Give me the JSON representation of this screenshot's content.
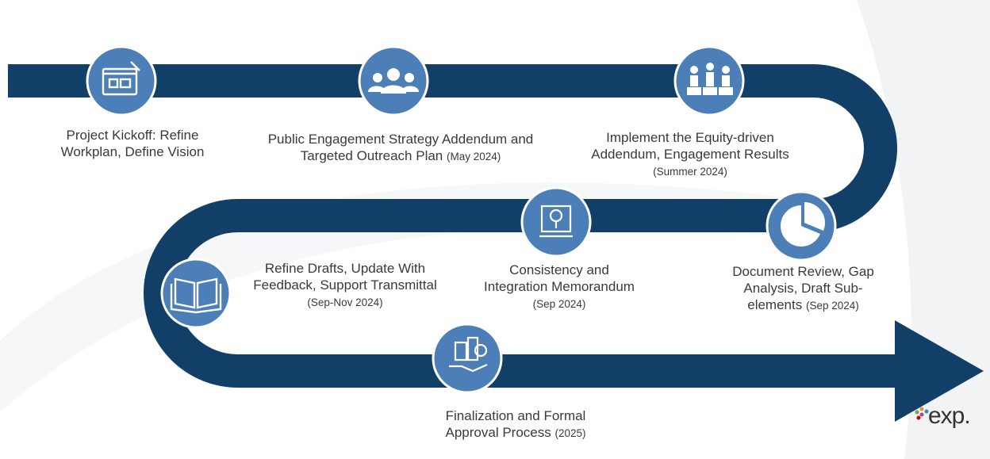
{
  "milestones": [
    {
      "text": "Project Kickoff: Refine Workplan, Define Vision",
      "date": "",
      "icon": "blueprint-icon"
    },
    {
      "text": "Public Engagement Strategy Addendum and Targeted Outreach Plan",
      "date": "(May 2024)",
      "icon": "people-group-icon"
    },
    {
      "text": "Implement the Equity-driven Addendum, Engagement Results",
      "date": "(Summer 2024)",
      "icon": "equity-podium-icon"
    },
    {
      "text": "Document Review, Gap Analysis, Draft Sub-elements",
      "date": "(Sep 2024)",
      "icon": "pie-chart-icon"
    },
    {
      "text": "Consistency and Integration Memorandum",
      "date": "(Sep 2024)",
      "icon": "tree-plan-icon"
    },
    {
      "text": "Refine Drafts, Update With Feedback, Support Transmittal",
      "date": "(Sep-Nov 2024)",
      "icon": "open-book-icon"
    },
    {
      "text": "Finalization and Formal Approval Process",
      "date": "(2025)",
      "icon": "city-hand-icon"
    }
  ],
  "logo": {
    "text": "exp."
  },
  "colors": {
    "path": "#123f67",
    "circle": "#4c7fb7",
    "circle_border": "#ffffff",
    "text": "#3a3a3a",
    "bg_swoosh": "#f2f3f5"
  }
}
